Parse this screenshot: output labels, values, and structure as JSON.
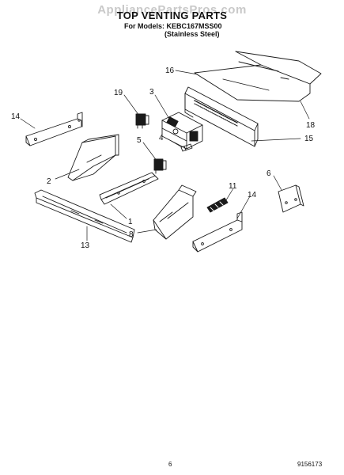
{
  "watermark": "AppliancePartsPros.com",
  "header": {
    "title": "TOP VENTING PARTS",
    "models_line": "For Models: KEBC167MSS00",
    "finish_line": "(Stainless Steel)"
  },
  "footer": {
    "page_number": "6",
    "document_number": "9156173"
  },
  "callouts": [
    "16",
    "19",
    "3",
    "14",
    "18",
    "4",
    "5",
    "15",
    "2",
    "6",
    "11",
    "14",
    "1",
    "8",
    "13"
  ],
  "colors": {
    "line": "#1a1a1a",
    "watermark": "#c9c9c9"
  }
}
